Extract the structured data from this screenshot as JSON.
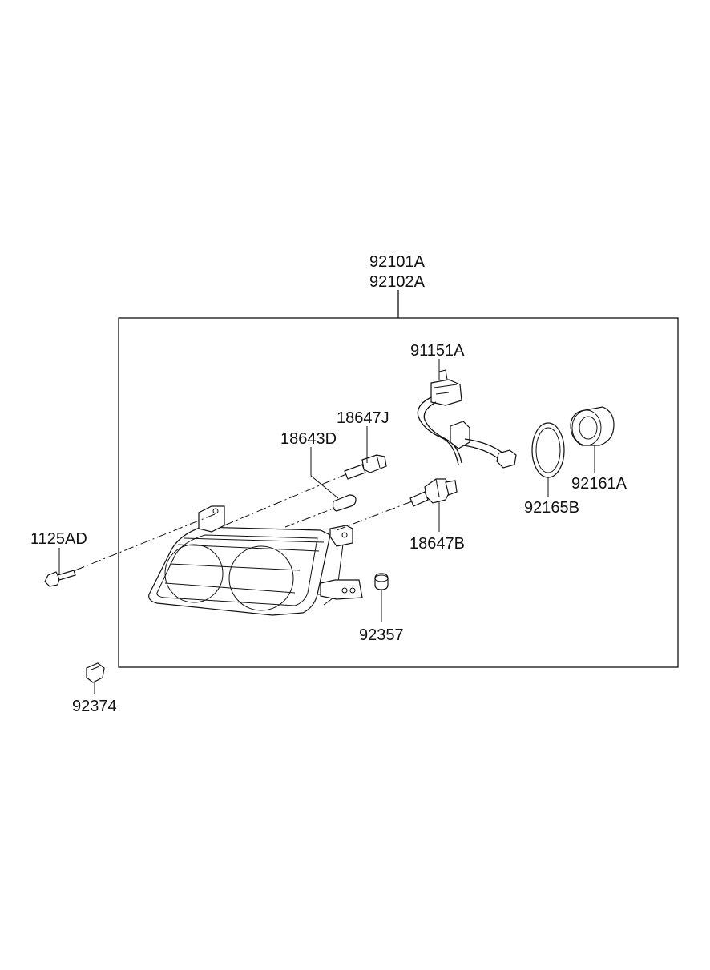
{
  "diagram": {
    "assembly_labels": [
      "92101A",
      "92102A"
    ],
    "parts": {
      "wiring_harness": "91151A",
      "bulb_socket_small": "18647J",
      "bulb_small": "18643D",
      "bulb_socket_main": "18647B",
      "cap_ring": "92165B",
      "dust_cap": "92161A",
      "screw": "1125AD",
      "nut": "92357",
      "clip": "92374"
    },
    "colors": {
      "ink": "#111111",
      "background": "#ffffff"
    }
  }
}
